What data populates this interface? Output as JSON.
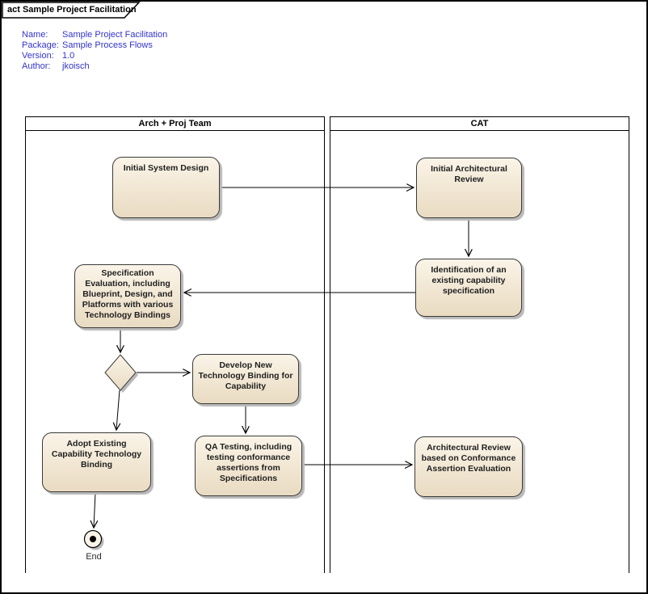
{
  "frame": {
    "tab_label": "act Sample Project Facilitation"
  },
  "metadata": {
    "rows": [
      {
        "label": "Name:",
        "value": "Sample Project Facilitation"
      },
      {
        "label": "Package:",
        "value": "Sample Process Flows"
      },
      {
        "label": "Version:",
        "value": "1.0"
      },
      {
        "label": "Author:",
        "value": "jkoisch"
      }
    ]
  },
  "lanes": [
    {
      "label": "Arch + Proj Team"
    },
    {
      "label": "CAT"
    }
  ],
  "nodes": [
    {
      "id": "initial-system-design",
      "label": "Initial System Design"
    },
    {
      "id": "initial-architectural-review",
      "label": "Initial Architectural Review"
    },
    {
      "id": "identification-existing-capability",
      "label": "Identification of an existing capability specification"
    },
    {
      "id": "specification-evaluation",
      "label": "Specification Evaluation, including Blueprint, Design, and Platforms with various Technology Bindings"
    },
    {
      "id": "develop-new-technology-binding",
      "label": "Develop New Technology Binding for Capability"
    },
    {
      "id": "adopt-existing-capability",
      "label": "Adopt Existing Capability Technology Binding"
    },
    {
      "id": "qa-testing",
      "label": "QA Testing, including testing conformance assertions from Specifications"
    },
    {
      "id": "architectural-review-conformance",
      "label": "Architectural Review based on Conformance Assertion Evaluation"
    }
  ],
  "end_node": {
    "label": "End"
  },
  "colors": {
    "node_fill_top": "#faf4e8",
    "node_fill_bottom": "#e9dbc2",
    "node_border": "#3a3a3a",
    "shadow": "#b9b9b9",
    "metadata_text": "#3333cc",
    "connector": "#000000"
  }
}
